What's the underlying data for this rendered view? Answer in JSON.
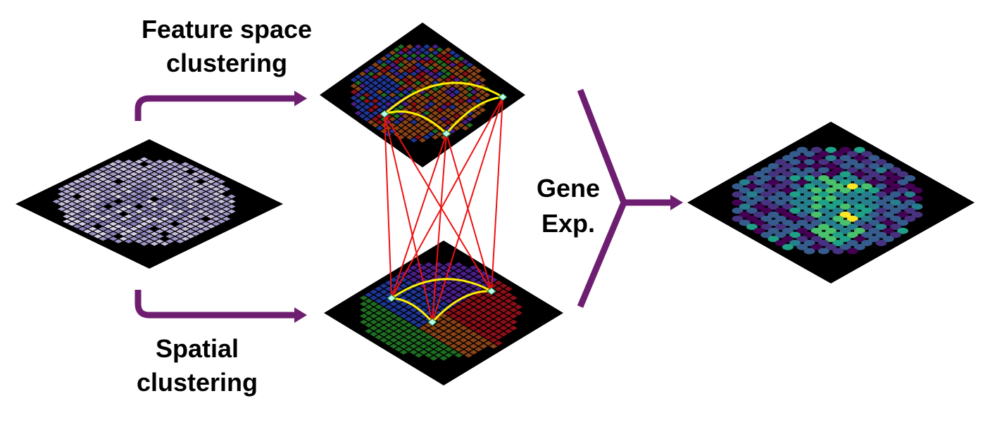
{
  "labels": {
    "feature_line1": "Feature space",
    "feature_line2": "clustering",
    "spatial_line1": "Spatial",
    "spatial_line2": "clustering",
    "gene_line1": "Gene",
    "gene_line2": "Exp."
  },
  "colors": {
    "arrow": "#6e1e70",
    "within_cluster_edges": "#ffee00",
    "between_layer_edges": "#ee1111",
    "node": "#b9ffe3",
    "background_tile": "#000000"
  },
  "panels": {
    "histology": {
      "spot_palette": [
        "#c9bfdc",
        "#b3a8d3",
        "#a099c8",
        "#8f86bd",
        "#d8d0e8",
        "#bfb3d9"
      ]
    },
    "feature_clusters": {
      "cluster_colors": [
        "#8a4316",
        "#4b1f8a",
        "#1f3696",
        "#8e0f17",
        "#1f6e22"
      ]
    },
    "spatial_clusters": {
      "cluster_colors": [
        "#4b1f8a",
        "#1f3696",
        "#8e0f17",
        "#1f6e22",
        "#8a4316"
      ]
    },
    "gene_expression": {
      "colormap": [
        "#440154",
        "#46327e",
        "#365c8d",
        "#277f8e",
        "#1fa187",
        "#4ac16d",
        "#a0da39",
        "#fde725"
      ]
    }
  }
}
